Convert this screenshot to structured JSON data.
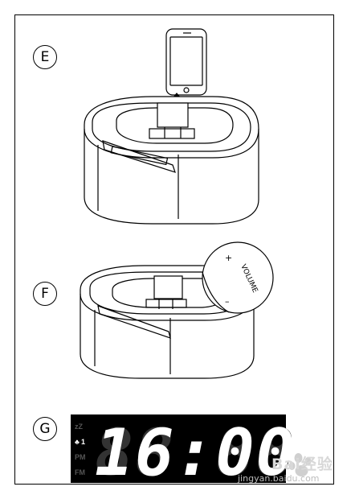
{
  "steps": [
    {
      "id": "E",
      "label": "E"
    },
    {
      "id": "F",
      "label": "F"
    },
    {
      "id": "G",
      "label": "G"
    }
  ],
  "volume_callout": {
    "plus": "+",
    "minus": "–",
    "word": "VOLUME"
  },
  "display": {
    "indicators": [
      "zZ",
      "1",
      "PM",
      "FM"
    ],
    "time": "16:00"
  },
  "watermark": {
    "text": "Bai经验",
    "url": "jingyan.baidu.com"
  }
}
